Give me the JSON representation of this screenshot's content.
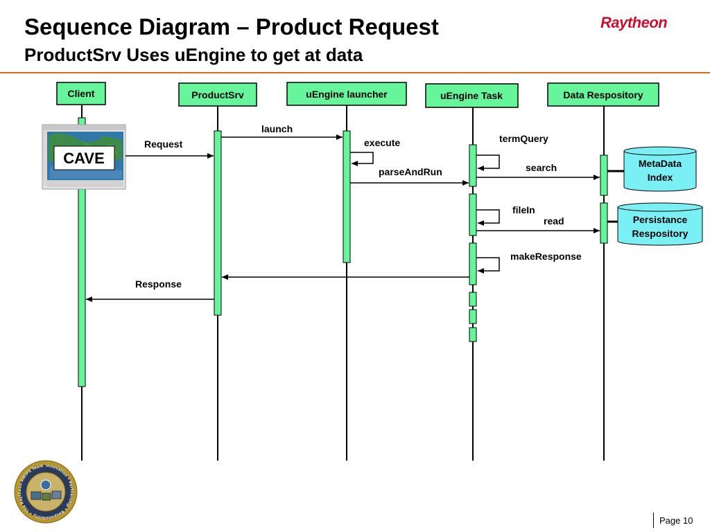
{
  "header": {
    "title": "Sequence Diagram – Product Request",
    "subtitle": "ProductSrv Uses uEngine to get at data",
    "logo_text": "Raytheon"
  },
  "colors": {
    "activation_fill": "#66f59a",
    "store_fill": "#7af0f5",
    "title_rule": "#e06a1a",
    "logo": "#c8102e"
  },
  "diagram": {
    "participants": {
      "client": "Client",
      "productsrv": "ProductSrv",
      "uengine_launcher": "uEngine launcher",
      "uengine_task": "uEngine Task",
      "data_repository": "Data Respository"
    },
    "client_app": "CAVE",
    "stores": {
      "metadata_line1": "MetaData",
      "metadata_line2": "Index",
      "persistence_line1": "Persistance",
      "persistence_line2": "Respository"
    },
    "messages": {
      "launch": "launch",
      "request": "Request",
      "execute": "execute",
      "parse_and_run": "parseAndRun",
      "term_query": "termQuery",
      "search": "search",
      "file_in": "fileIn",
      "read": "read",
      "make_response": "makeResponse",
      "response": "Response"
    }
  },
  "footer": {
    "page_label": "Page 10",
    "seal_text": "Innovation • Partnership • Responsibility • The Raytheon AWIPS Team"
  }
}
